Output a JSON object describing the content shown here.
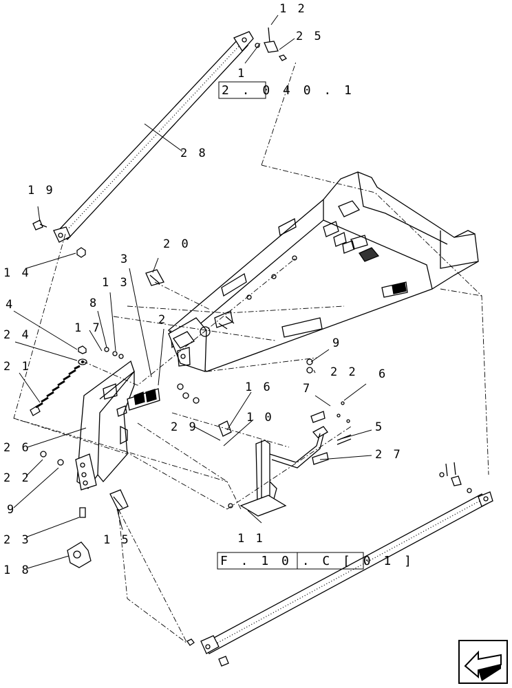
{
  "diagram": {
    "type": "exploded-parts-drawing",
    "callouts": [
      {
        "id": "c12",
        "text": "1 2"
      },
      {
        "id": "c25",
        "text": "2 5"
      },
      {
        "id": "c1",
        "text": "1"
      },
      {
        "id": "c28",
        "text": "2 8"
      },
      {
        "id": "c19",
        "text": "1 9"
      },
      {
        "id": "c14",
        "text": "1 4"
      },
      {
        "id": "c20",
        "text": "2 0"
      },
      {
        "id": "c3",
        "text": "3"
      },
      {
        "id": "c13",
        "text": "1 3"
      },
      {
        "id": "c8",
        "text": "8"
      },
      {
        "id": "c17",
        "text": "1 7"
      },
      {
        "id": "c2",
        "text": "2"
      },
      {
        "id": "c4",
        "text": "4"
      },
      {
        "id": "c24",
        "text": "2 4"
      },
      {
        "id": "c21",
        "text": "2 1"
      },
      {
        "id": "c9a",
        "text": "9"
      },
      {
        "id": "c22a",
        "text": "2 2"
      },
      {
        "id": "c6",
        "text": "6"
      },
      {
        "id": "c7",
        "text": "7"
      },
      {
        "id": "c16",
        "text": "1 6"
      },
      {
        "id": "c10",
        "text": "1 0"
      },
      {
        "id": "c5",
        "text": "5"
      },
      {
        "id": "c29",
        "text": "2 9"
      },
      {
        "id": "c27",
        "text": "2 7"
      },
      {
        "id": "c26",
        "text": "2 6"
      },
      {
        "id": "c22b",
        "text": "2 2"
      },
      {
        "id": "c9b",
        "text": "9"
      },
      {
        "id": "c11",
        "text": "1 1"
      },
      {
        "id": "c23",
        "text": "2 3"
      },
      {
        "id": "c15",
        "text": "1 5"
      },
      {
        "id": "c18",
        "text": "1 8"
      }
    ],
    "references": [
      {
        "id": "ref-top",
        "text": "2 . 0 4 0 . 1"
      },
      {
        "id": "ref-bottom",
        "text": "F . 1 0 . C   [ 0 1 ]"
      }
    ],
    "nav_icon": "previous-page-arrow-icon"
  }
}
